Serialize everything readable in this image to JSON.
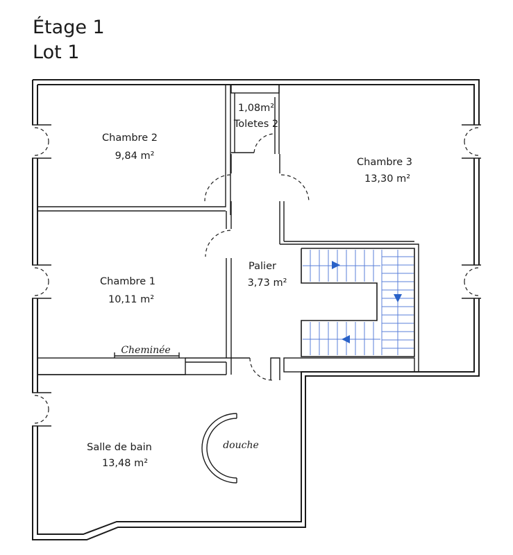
{
  "title": "Étage 1",
  "subtitle": "Lot 1",
  "rooms": {
    "chambre2": {
      "name": "Chambre 2",
      "area": "9,84 m²"
    },
    "toilets": {
      "area": "1,08m²",
      "name": "Toletes 2"
    },
    "chambre3": {
      "name": "Chambre 3",
      "area": "13,30 m²"
    },
    "chambre1": {
      "name": "Chambre 1",
      "area": "10,11 m²"
    },
    "palier": {
      "name": "Palier",
      "area": "3,73 m²"
    },
    "salle_de_bain": {
      "name": "Salle de bain",
      "area": "13,48 m²"
    }
  },
  "annotations": {
    "cheminee": "Cheminée",
    "douche": "douche"
  },
  "colors": {
    "wall": "#1a1a1a",
    "stair_step": "#5a7fd8",
    "stair_arrow": "#2a62c8"
  }
}
